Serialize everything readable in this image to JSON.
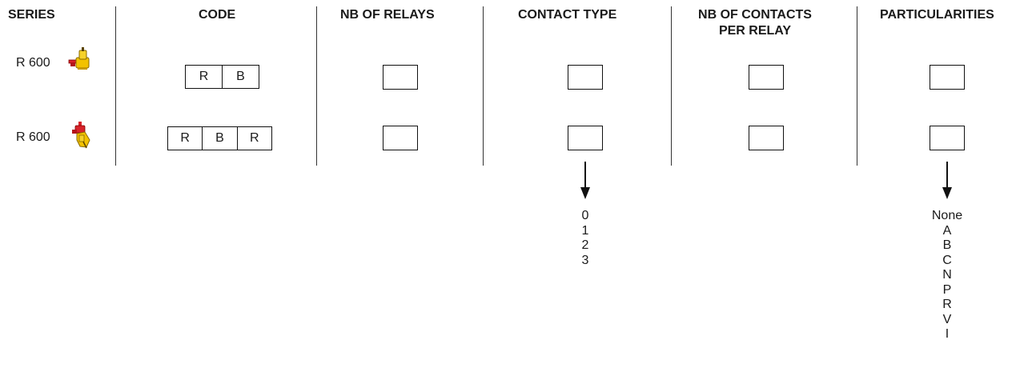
{
  "headers": {
    "series": "SERIES",
    "code": "CODE",
    "nb_relays": "NB OF RELAYS",
    "contact_type": "CONTACT TYPE",
    "nb_contacts_line1": "NB OF CONTACTS",
    "nb_contacts_line2": "PER RELAY",
    "particularities": "PARTICULARITIES"
  },
  "rows": [
    {
      "series": "R 600",
      "icon": "yellow-connector-icon",
      "code": [
        "R",
        "B"
      ]
    },
    {
      "series": "R 600",
      "icon": "red-yellow-connector-icon",
      "code": [
        "R",
        "B",
        "R"
      ]
    }
  ],
  "contact_type_options": [
    "0",
    "1",
    "2",
    "3"
  ],
  "particularities_options": [
    "None",
    "A",
    "B",
    "C",
    "N",
    "P",
    "R",
    "V",
    "I"
  ],
  "colors": {
    "line": "#333333",
    "box_border": "#111111",
    "icon_yellow": "#f2c200",
    "icon_red": "#d8232a"
  }
}
